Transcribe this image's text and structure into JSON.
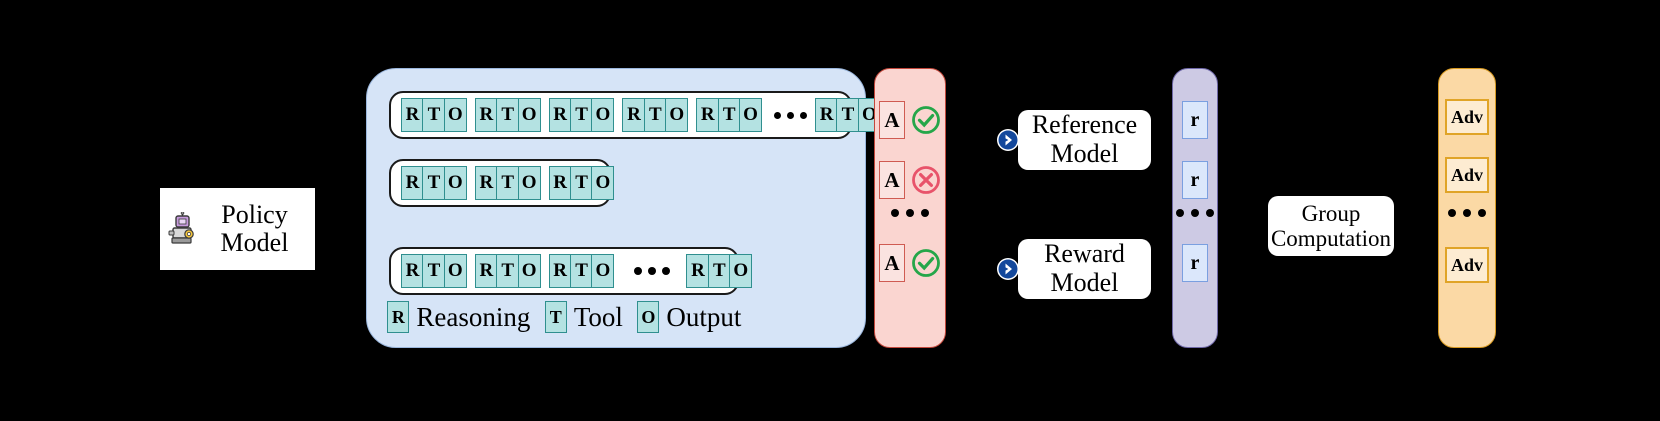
{
  "diagram": {
    "policy": {
      "icon": "robot-icon",
      "line1": "Policy",
      "line2": "Model"
    },
    "rollout": {
      "rows": [
        {
          "groups": 5,
          "ellipsis": true,
          "tail_groups": 1
        },
        {
          "groups": 3,
          "ellipsis": false,
          "tail_groups": 0
        },
        {
          "groups": 3,
          "ellipsis": true,
          "tail_groups": 1
        }
      ],
      "token_labels": [
        "R",
        "T",
        "O"
      ],
      "legend": [
        {
          "token": "R",
          "label": "Reasoning"
        },
        {
          "token": "T",
          "label": "Tool"
        },
        {
          "token": "O",
          "label": "Output"
        }
      ]
    },
    "answers": {
      "items": [
        {
          "label": "A",
          "status": "correct"
        },
        {
          "label": "A",
          "status": "incorrect"
        },
        {
          "label": "A",
          "status": "correct"
        }
      ],
      "ellipsis": "..."
    },
    "models": {
      "reference": {
        "line1": "Reference",
        "line2": "Model",
        "badge": "arrow-right-icon"
      },
      "reward": {
        "line1": "Reward",
        "line2": "Model",
        "badge": "arrow-right-icon"
      }
    },
    "rewards": {
      "items": [
        {
          "label": "r"
        },
        {
          "label": "r"
        },
        {
          "label": "r"
        }
      ],
      "ellipsis": "..."
    },
    "group_computation": {
      "line1": "Group",
      "line2": "Computation"
    },
    "advantages": {
      "items": [
        {
          "label": "Adv"
        },
        {
          "label": "Adv"
        },
        {
          "label": "Adv"
        }
      ],
      "ellipsis": "..."
    },
    "colors": {
      "background": "#000000",
      "rollout_panel": "#d6e4f7",
      "rollout_panel_border": "#9bb7dd",
      "token_fill": "#b4e2e2",
      "token_border": "#2f8f8f",
      "answers_fill": "#fad5d0",
      "answers_border": "#c3483c",
      "rewards_fill": "#cdcae4",
      "rewards_border": "#6f68a8",
      "advantages_fill": "#fbd9a5",
      "advantages_border": "#d89a21",
      "correct": "#25a649",
      "incorrect": "#e8536a",
      "badge_blue": "#13489c",
      "card_bg": "#ffffff"
    }
  }
}
